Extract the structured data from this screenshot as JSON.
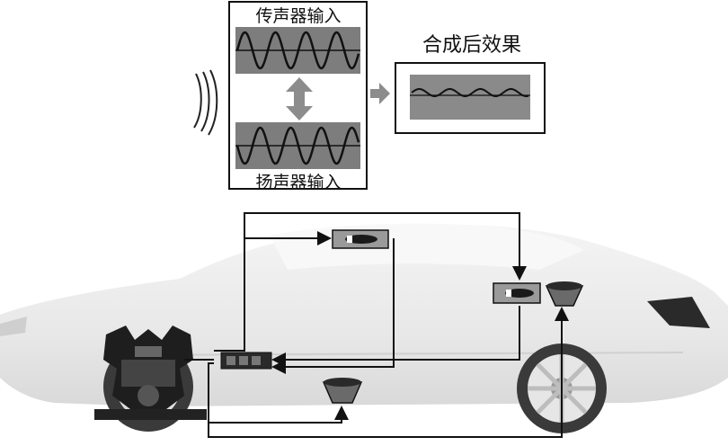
{
  "panels": {
    "mic_input_label": "传声器输入",
    "speaker_input_label": "扬声器输入",
    "result_label": "合成后效果"
  },
  "colors": {
    "wave_panel_fill": "#7d7d7d",
    "result_panel_fill": "#8a8a8a",
    "arrow_fill": "#8c8c8c",
    "line": "#111111",
    "car_body": "#ededed"
  },
  "icons": {
    "sound_waves": "sound-waves-icon",
    "microphone": "microphone-icon",
    "speaker": "speaker-icon",
    "engine": "engine-icon",
    "controller": "controller-unit-icon"
  }
}
